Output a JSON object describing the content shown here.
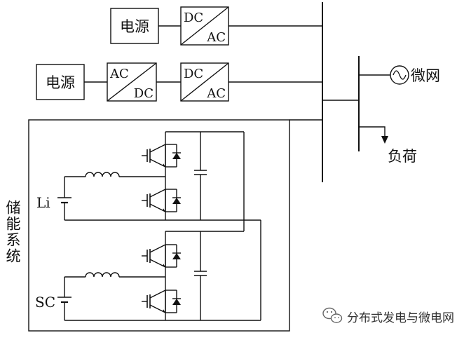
{
  "diagram": {
    "source1_label": "电源",
    "source2_label": "电源",
    "conv1_top": "DC",
    "conv1_bottom": "AC",
    "conv2_top": "AC",
    "conv2_bottom": "DC",
    "conv3_top": "DC",
    "conv3_bottom": "AC",
    "grid_label": "微网",
    "load_label": "负荷",
    "storage_label": "储能系统",
    "li_label": "Li",
    "sc_label": "SC",
    "watermark": "分布式发电与微电网"
  },
  "colors": {
    "line": "#111111",
    "background": "#ffffff"
  },
  "icons": {
    "converter": "diagonal-split-box",
    "ac_source": "sine-wave-circle-icon",
    "load": "arrow-down-icon",
    "watermark_logo": "wechat-logo-icon"
  }
}
